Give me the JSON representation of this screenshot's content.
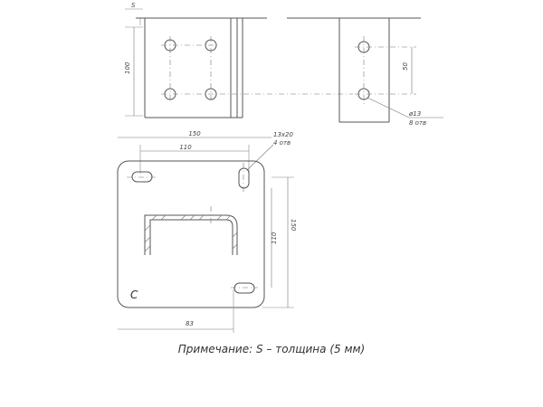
{
  "labels": {
    "thickness_symbol": "S",
    "height_total": "100",
    "hole_spacing": "50",
    "hole_dia": "ø13",
    "hole_count": "8 отв",
    "width_total": "150",
    "width_inner": "110",
    "slot_size": "13x20",
    "slot_count": "4 отв",
    "height_right": "150",
    "height_inner": "110",
    "bottom_dim": "83",
    "c_mark": "C"
  },
  "note": "Примечание: S – толщина (5 мм)"
}
